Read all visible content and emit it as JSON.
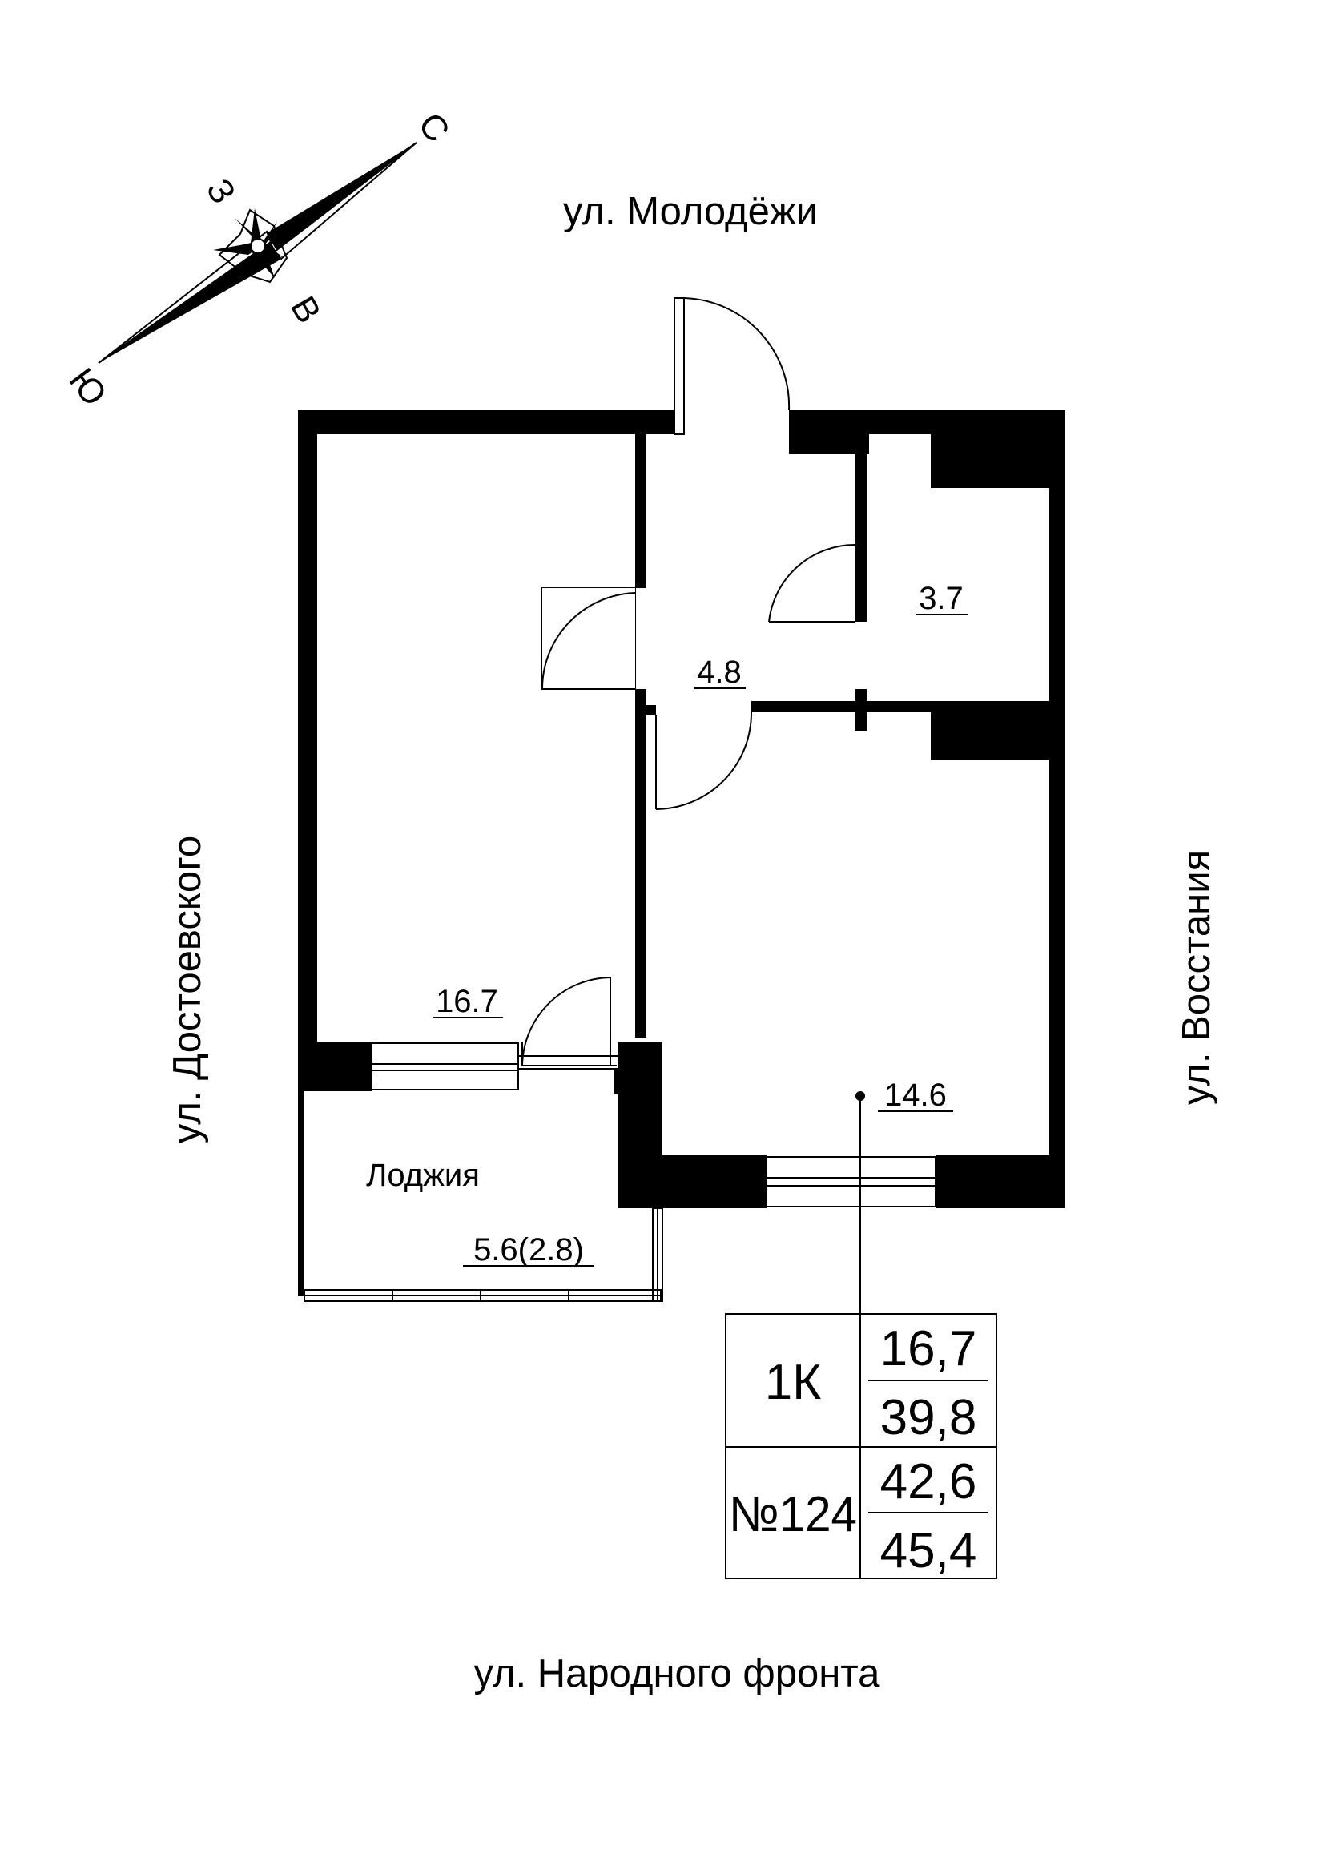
{
  "compass": {
    "north": "С",
    "west": "З",
    "east": "В",
    "south": "Ю"
  },
  "streets": {
    "top": "ул. Молодёжи",
    "left": "ул. Достоевского",
    "right": "ул. Восстания",
    "bottom": "ул. Народного фронта"
  },
  "rooms": {
    "living_room": "16.7",
    "hallway": "4.8",
    "bathroom": "3.7",
    "kitchen": "14.6",
    "loggia_name": "Лоджия",
    "loggia_area": "5.6(2.8)"
  },
  "summary": {
    "type": "1К",
    "number": "№124",
    "living_area": "16,7",
    "area_2": "39,8",
    "area_3": "42,6",
    "total_area": "45,4"
  },
  "colors": {
    "wall": "#000000",
    "background": "#ffffff"
  }
}
